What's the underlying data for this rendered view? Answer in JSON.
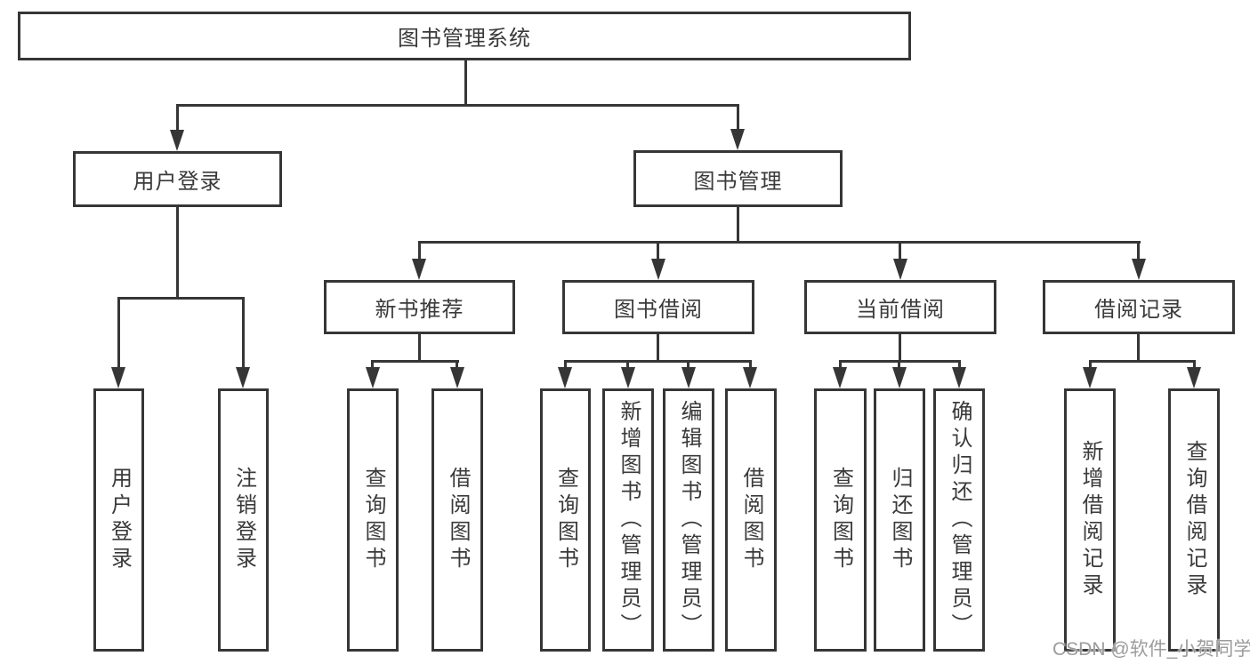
{
  "root": {
    "label": "图书管理系统"
  },
  "level2": [
    {
      "label": "用户登录"
    },
    {
      "label": "图书管理"
    }
  ],
  "level3": [
    {
      "label": "新书推荐"
    },
    {
      "label": "图书借阅"
    },
    {
      "label": "当前借阅"
    },
    {
      "label": "借阅记录"
    }
  ],
  "leaves": [
    {
      "label": "用户登录",
      "group": "用户登录"
    },
    {
      "label": "注销登录",
      "group": "用户登录"
    },
    {
      "label": "查询图书",
      "group": "新书推荐"
    },
    {
      "label": "借阅图书",
      "group": "新书推荐"
    },
    {
      "label": "查询图书",
      "group": "图书借阅"
    },
    {
      "label": "新增图书（管理员）",
      "group": "图书借阅"
    },
    {
      "label": "编辑图书（管理员）",
      "group": "图书借阅"
    },
    {
      "label": "借阅图书",
      "group": "图书借阅"
    },
    {
      "label": "查询图书",
      "group": "当前借阅"
    },
    {
      "label": "归还图书",
      "group": "当前借阅"
    },
    {
      "label": "确认归还（管理员）",
      "group": "当前借阅"
    },
    {
      "label": "新增借阅记录",
      "group": "借阅记录"
    },
    {
      "label": "查询借阅记录",
      "group": "借阅记录"
    }
  ],
  "watermark": {
    "text": "CSDN @软件_小贺同学"
  },
  "colors": {
    "line": "#363636",
    "text": "#3a3a3a",
    "watermark": "#9c9c9c",
    "background": "#ffffff"
  }
}
